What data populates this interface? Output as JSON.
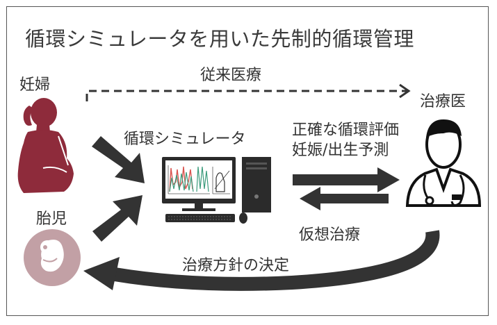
{
  "title": "循環シミュレータを用いた先制的循環管理",
  "labels": {
    "pregnant_woman": "妊婦",
    "fetus": "胎児",
    "conventional_care": "従来医療",
    "physician": "治療医",
    "simulator": "循環シミュレータ",
    "output_line1": "正確な循環評価",
    "output_line2": "妊娠/出生予測",
    "virtual_treatment": "仮想治療",
    "treatment_decision": "治療方針の決定"
  },
  "colors": {
    "maternal": "#8e2b3b",
    "fetal": "#c2a0a5",
    "arrow": "#333333",
    "plot_red": "#d9534f",
    "plot_green": "#3a9b7b"
  }
}
